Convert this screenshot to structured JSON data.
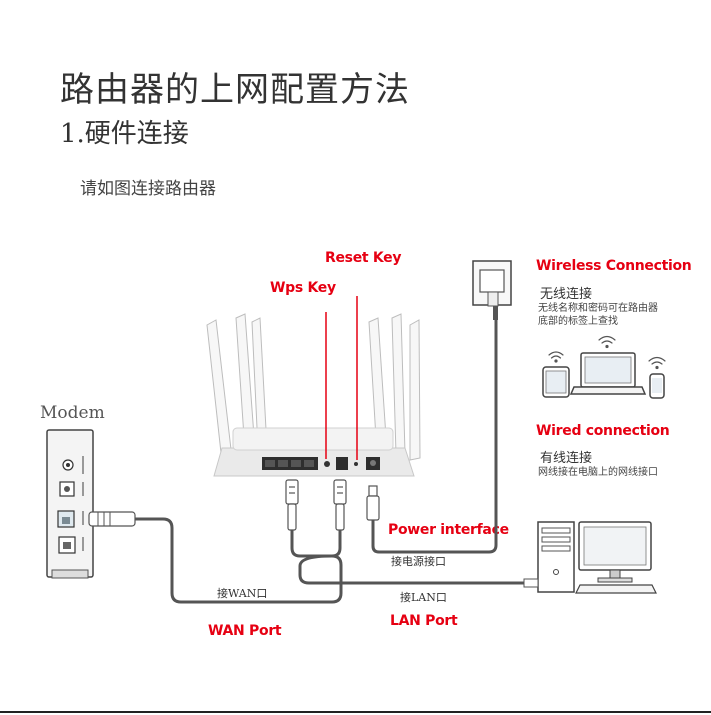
{
  "title": "路由器的上网配置方法",
  "subtitle": "1.硬件连接",
  "instruction": "请如图连接路由器",
  "modem": {
    "label": "Modem"
  },
  "labels": {
    "reset_key": "Reset Key",
    "wps_key": "Wps Key",
    "power_interface": "Power interface",
    "wan_port": "WAN  Port",
    "lan_port": "LAN  Port",
    "connect_power": "接电源接口",
    "connect_wan": "接WAN口",
    "connect_lan": "接LAN口"
  },
  "wireless": {
    "heading": "Wireless Connection",
    "title_cn": "无线连接",
    "desc_line1": "无线名称和密码可在路由器",
    "desc_line2": "底部的标签上查找"
  },
  "wired": {
    "heading": "Wired connection",
    "title_cn": "有线连接",
    "desc": "网线接在电脑上的网线接口"
  },
  "colors": {
    "accent_red": "#e60012",
    "cable": "#555555",
    "device_body": "#f2f2f2",
    "outline": "#444444"
  }
}
